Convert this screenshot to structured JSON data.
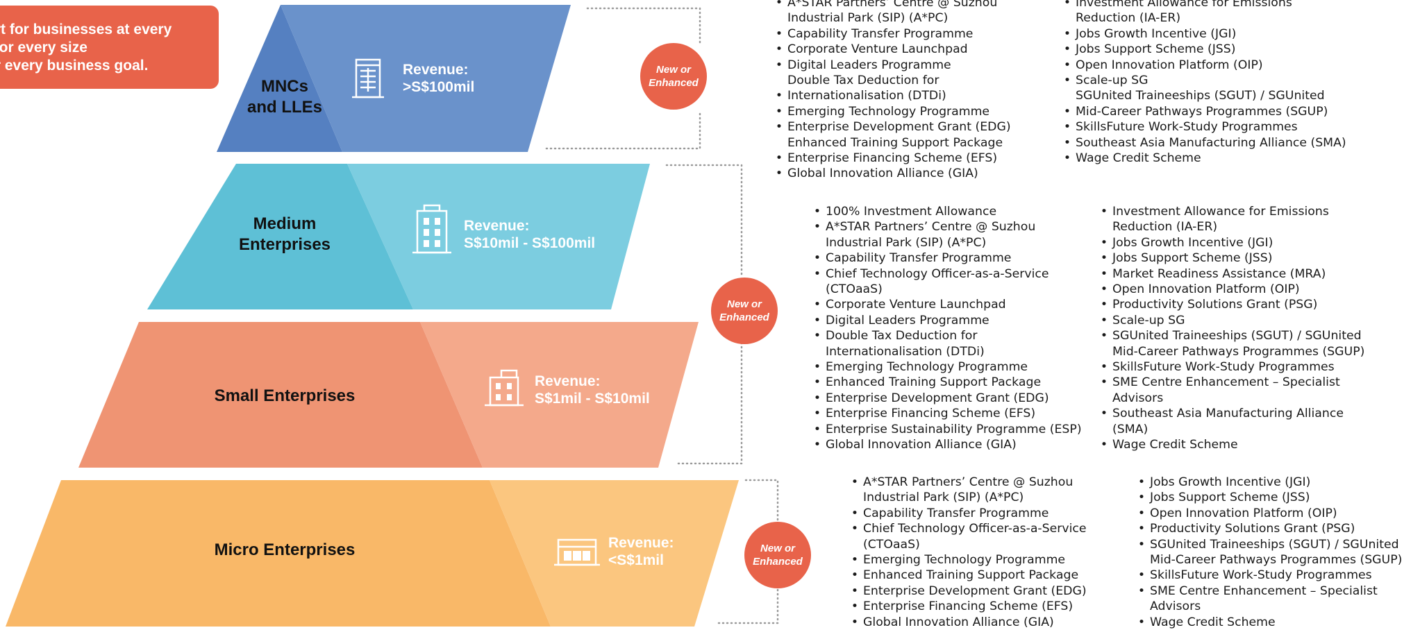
{
  "callout": {
    "lines": [
      "ort for businesses at every",
      ", for every size",
      "or every business goal."
    ]
  },
  "badge": {
    "line1": "New or",
    "line2": "Enhanced"
  },
  "colors": {
    "mnc_dark": "#5580c1",
    "mnc_light": "#6a92cb",
    "medium_dark": "#5ec0d6",
    "medium_light": "#7ccde0",
    "small_dark": "#ef9473",
    "small_light": "#f4a98b",
    "micro_dark": "#f9b868",
    "micro_light": "#fbc67f",
    "accent": "#e8634a",
    "dots": "#9a9a9a"
  },
  "tiers": [
    {
      "id": "mnc",
      "name_lines": [
        "MNCs",
        "and LLEs"
      ],
      "revenue_lines": [
        "Revenue:",
        ">S$100mil"
      ],
      "icon": "office-building-icon",
      "programmes_col1": [
        "A*STAR Partners’ Centre @ Suzhou",
        "Industrial Park (SIP) (A*PC)",
        "Capability Transfer Programme",
        "Corporate Venture Launchpad",
        "Digital Leaders Programme",
        "Double Tax Deduction for",
        "Internationalisation (DTDi)",
        "Emerging Technology Programme",
        "Enterprise Development Grant (EDG)",
        "Enhanced Training Support Package",
        "Enterprise Financing Scheme (EFS)",
        "Global Innovation Alliance (GIA)"
      ],
      "programmes_col2": [
        "Investment Allowance for Emissions",
        "Reduction (IA-ER)",
        "Jobs Growth Incentive (JGI)",
        "Jobs Support Scheme (JSS)",
        "Open Innovation Platform (OIP)",
        "Scale-up SG",
        "SGUnited Traineeships (SGUT) / SGUnited",
        "Mid-Career Pathways Programmes (SGUP)",
        "SkillsFuture Work-Study Programmes",
        "Southeast Asia Manufacturing Alliance (SMA)",
        "Wage Credit Scheme"
      ]
    },
    {
      "id": "medium",
      "name_lines": [
        "Medium",
        "Enterprises"
      ],
      "revenue_lines": [
        "Revenue:",
        "S$10mil - S$100mil"
      ],
      "icon": "office-tower-icon",
      "programmes_col1": [
        "100% Investment Allowance",
        "A*STAR Partners’ Centre @ Suzhou",
        "Industrial Park (SIP) (A*PC)",
        "Capability Transfer Programme",
        "Chief Technology Officer-as-a-Service",
        "(CTOaaS)",
        "Corporate Venture Launchpad",
        "Digital Leaders Programme",
        "Double Tax Deduction for",
        "Internationalisation (DTDi)",
        "Emerging Technology Programme",
        "Enhanced Training Support Package",
        "Enterprise Development Grant (EDG)",
        "Enterprise Financing Scheme (EFS)",
        "Enterprise Sustainability Programme (ESP)",
        "Global Innovation Alliance (GIA)"
      ],
      "programmes_col2": [
        "Investment Allowance for Emissions",
        "Reduction (IA-ER)",
        "Jobs Growth Incentive (JGI)",
        "Jobs Support Scheme (JSS)",
        "Market Readiness Assistance (MRA)",
        "Open Innovation Platform (OIP)",
        "Productivity Solutions Grant (PSG)",
        "Scale-up SG",
        "SGUnited Traineeships (SGUT) / SGUnited",
        "Mid-Career Pathways Programmes (SGUP)",
        "SkillsFuture Work-Study Programmes",
        "SME Centre Enhancement – Specialist",
        "Advisors",
        "Southeast Asia Manufacturing Alliance",
        "(SMA)",
        "Wage Credit Scheme"
      ]
    },
    {
      "id": "small",
      "name_lines": [
        "Small Enterprises"
      ],
      "revenue_lines": [
        "Revenue:",
        "S$1mil - S$10mil"
      ],
      "icon": "small-building-icon"
    },
    {
      "id": "micro",
      "name_lines": [
        "Micro Enterprises"
      ],
      "revenue_lines": [
        "Revenue:",
        "<S$1mil"
      ],
      "icon": "shop-icon",
      "programmes_col1": [
        "A*STAR Partners’ Centre @ Suzhou",
        "Industrial Park (SIP) (A*PC)",
        "Capability Transfer Programme",
        "Chief Technology Officer-as-a-Service",
        "(CTOaaS)",
        "Emerging Technology Programme",
        "Enhanced Training Support Package",
        "Enterprise Development Grant (EDG)",
        "Enterprise Financing Scheme (EFS)",
        "Global Innovation Alliance (GIA)"
      ],
      "programmes_col2": [
        "Jobs Growth Incentive (JGI)",
        "Jobs Support Scheme (JSS)",
        "Open Innovation Platform (OIP)",
        "Productivity Solutions Grant (PSG)",
        "SGUnited Traineeships (SGUT) / SGUnited",
        "Mid-Career Pathways Programmes (SGUP)",
        "SkillsFuture Work-Study Programmes",
        "SME Centre Enhancement – Specialist",
        "Advisors",
        "Wage Credit Scheme"
      ]
    }
  ]
}
